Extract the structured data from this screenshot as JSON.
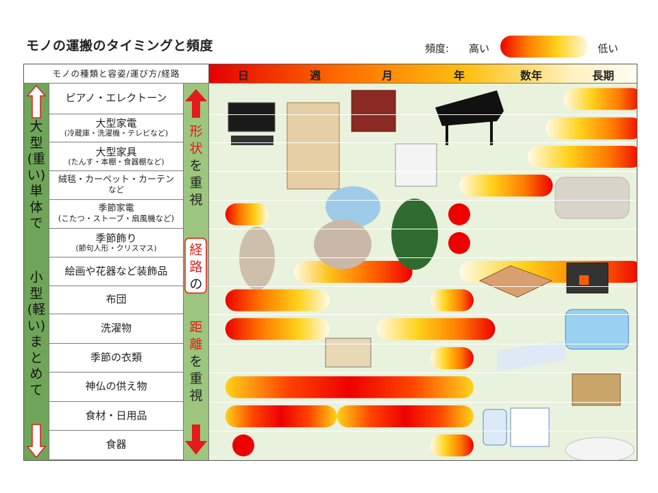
{
  "title": "モノの運搬のタイミングと頻度",
  "legend": {
    "label": "頻度:",
    "high": "高い",
    "low": "低い",
    "colors": [
      "#ee0000",
      "#ff7a00",
      "#ffd21a",
      "#fff8e4"
    ]
  },
  "header": {
    "category": "モノの種類と容姿/運び方/経路"
  },
  "left_column": {
    "top": "大型(重い)単体で",
    "bottom": "小型(軽い)まとめて",
    "arrow_up_icon": "hollow-up-arrow-icon",
    "arrow_down_icon": "hollow-down-arrow-icon"
  },
  "mid_column": {
    "part1_red": "形状",
    "part1_black": "を重視",
    "part2_red": "経路",
    "part2_black": "の",
    "part3_red": "距離",
    "part3_black": "を重視",
    "accent": "#e31b1b"
  },
  "icons": [
    "tv-icon",
    "dresser-icon",
    "organ-icon",
    "grand-piano-icon",
    "washing-machine-icon",
    "carpet-sofa-icon",
    "carp-streamer-icon",
    "hina-doll-icon",
    "christmas-tree-icon",
    "kotatsu-icon",
    "stove-icon",
    "framed-pictures-icon",
    "futon-icon",
    "laundry-basket-icon",
    "hanging-laundry-icon",
    "shrine-icon",
    "detergent-icon",
    "toilet-paper-icon",
    "dishes-icon"
  ],
  "chart_data": {
    "type": "bar",
    "title": "モノの運搬のタイミングと頻度",
    "x_ticks": [
      "日",
      "週",
      "月",
      "年",
      "数年",
      "長期"
    ],
    "categories": [
      {
        "main": "ピアノ・エレクトーン",
        "sub": ""
      },
      {
        "main": "大型家電",
        "sub": "(冷蔵庫・洗濯機・テレビなど)"
      },
      {
        "main": "大型家具",
        "sub": "(たんす・本棚・食器棚など)"
      },
      {
        "main": "絨毯・カーペット・カーテン",
        "sub": "など",
        "small": true
      },
      {
        "main": "季節家電",
        "sub": "(こたつ・ストーブ・扇風機など)",
        "small": true
      },
      {
        "main": "季節飾り",
        "sub": "(節句人形・クリスマス)"
      },
      {
        "main": "絵画や花器など装飾品",
        "sub": ""
      },
      {
        "main": "布団",
        "sub": ""
      },
      {
        "main": "洗濯物",
        "sub": ""
      },
      {
        "main": "季節の衣類",
        "sub": ""
      },
      {
        "main": "神仏の供え物",
        "sub": ""
      },
      {
        "main": "食材・日用品",
        "sub": ""
      },
      {
        "main": "食器",
        "sub": ""
      }
    ],
    "bars": [
      [
        {
          "start": 4.45,
          "end": 5.55,
          "kind": "fade-left"
        }
      ],
      [
        {
          "start": 4.2,
          "end": 5.55,
          "kind": "fade-left"
        }
      ],
      [
        {
          "start": 3.95,
          "end": 5.55,
          "kind": "fade-left"
        }
      ],
      [
        {
          "start": 3.0,
          "end": 4.3,
          "kind": "fade-left"
        }
      ],
      [
        {
          "start": -0.25,
          "end": 0.35,
          "kind": "fade-right"
        },
        {
          "start": 3.0,
          "end": 3.0,
          "kind": "dot"
        }
      ],
      [
        {
          "start": 3.0,
          "end": 3.0,
          "kind": "dot"
        }
      ],
      [
        {
          "start": 0.7,
          "end": 2.35,
          "kind": "fade-both"
        },
        {
          "start": 3.0,
          "end": 5.55,
          "kind": "fade-left"
        }
      ],
      [
        {
          "start": -0.25,
          "end": 1.2,
          "kind": "fade-right"
        },
        {
          "start": 2.6,
          "end": 3.2,
          "kind": "fade-left"
        }
      ],
      [
        {
          "start": -0.25,
          "end": 1.2,
          "kind": "fade-right"
        },
        {
          "start": 1.85,
          "end": 3.5,
          "kind": "fade-left"
        }
      ],
      [
        {
          "start": 2.6,
          "end": 3.2,
          "kind": "fade-left"
        }
      ],
      [
        {
          "start": -0.25,
          "end": 3.2,
          "kind": "center"
        }
      ],
      [
        {
          "start": -0.25,
          "end": 1.3,
          "kind": "center"
        },
        {
          "start": 1.3,
          "end": 3.2,
          "kind": "center"
        }
      ],
      [
        {
          "start": 0.0,
          "end": 0.0,
          "kind": "dot"
        },
        {
          "start": 2.6,
          "end": 3.2,
          "kind": "fade-left"
        }
      ]
    ],
    "xlabel": "",
    "ylabel": "",
    "legend": {
      "position": "top-right"
    }
  }
}
